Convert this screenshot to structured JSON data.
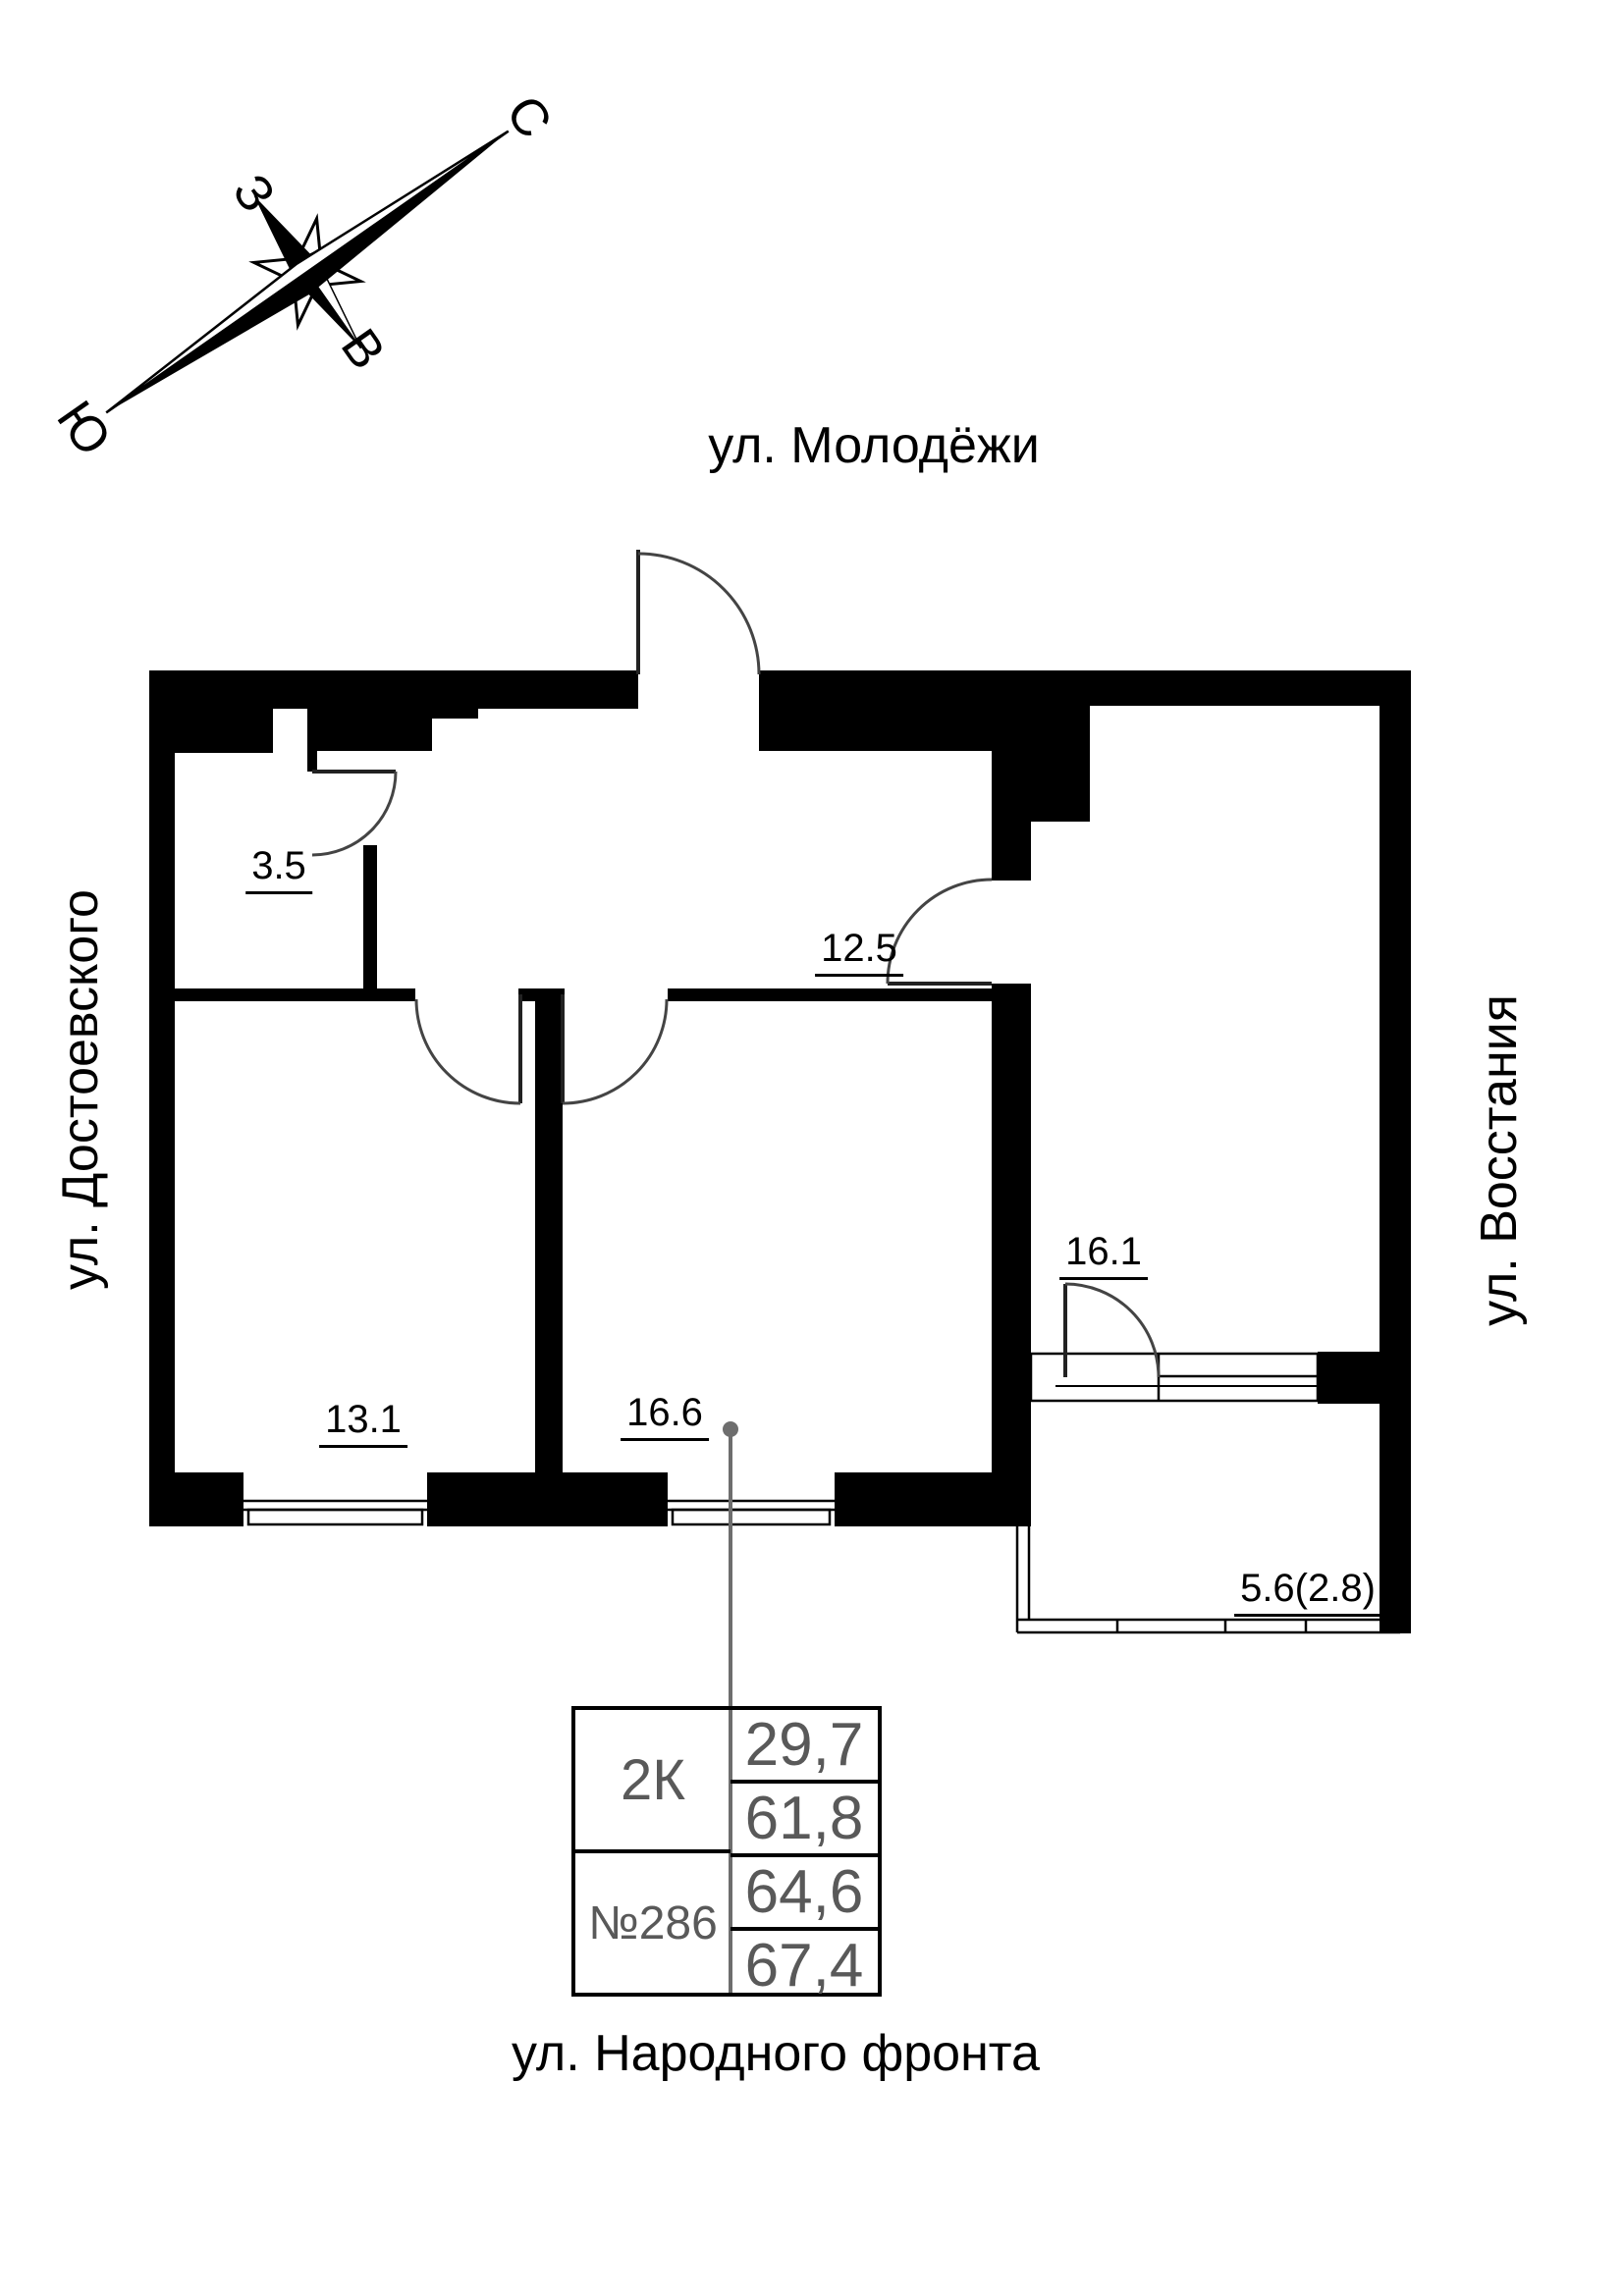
{
  "streets": {
    "top": "ул. Молодёжи",
    "left": "ул. Достоевского",
    "right": "ул. Восстания",
    "bottom": "ул. Народного фронта"
  },
  "compass": {
    "north": "С",
    "south": "Ю",
    "west": "З",
    "east": "В"
  },
  "rooms": {
    "hallway_small": "3.5",
    "hallway": "12.5",
    "bedroom": "13.1",
    "living": "16.6",
    "kitchen": "16.1",
    "balcony": "5.6(2.8)"
  },
  "info_table": {
    "type_label": "2К",
    "number_label": "№286",
    "rows": [
      "29,7",
      "61,8",
      "64,6",
      "67,4"
    ]
  },
  "colors": {
    "wall": "#000000",
    "door_arc": "#444444",
    "leader": "#6e6e6e",
    "table_text": "#595959"
  }
}
